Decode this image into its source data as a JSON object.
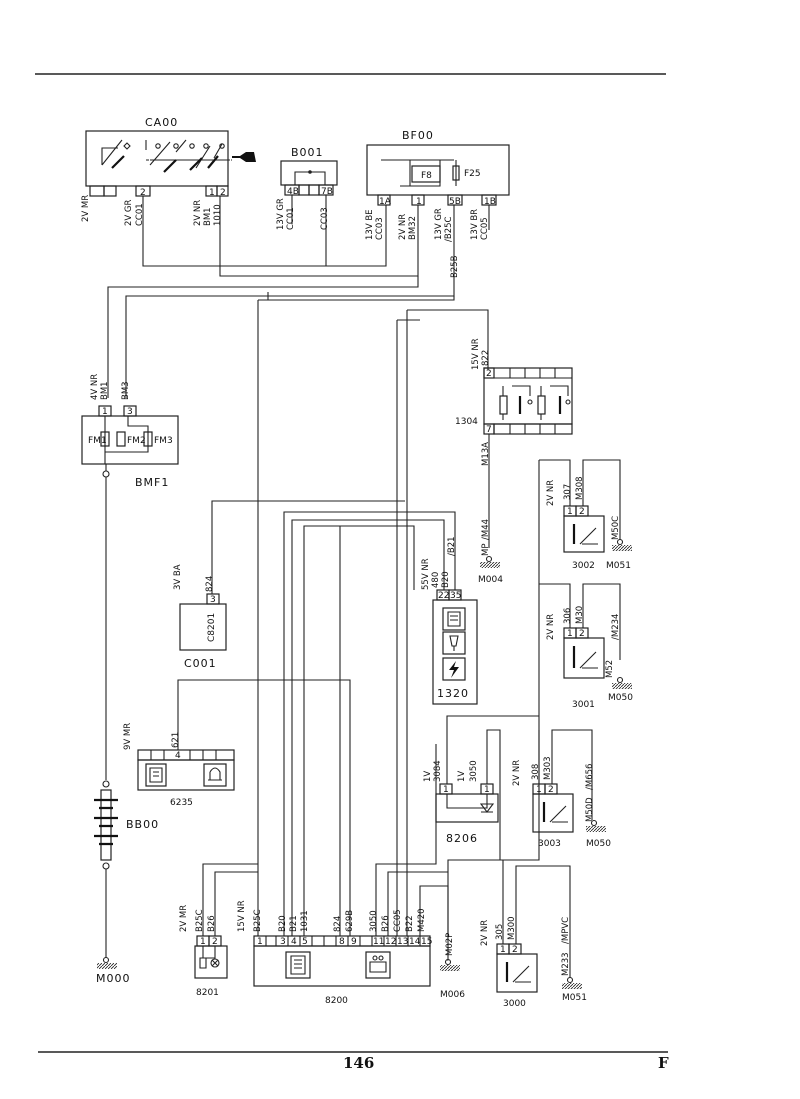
{
  "page": {
    "number": "146",
    "letter": "F"
  },
  "components": {
    "ca00": "CA00",
    "b001": "B001",
    "bf00": "BF00",
    "bmf1": "BMF1",
    "c001": "C001",
    "c001_inner": "C8201",
    "c1304": "1304",
    "c1320": "1320",
    "c6235": "6235",
    "bb00": "BB00",
    "c8206": "8206",
    "c3002": "3002",
    "c3001": "3001",
    "c3003": "3003",
    "c3000": "3000",
    "c8201": "8201",
    "c8200": "8200",
    "fm1": "FM1",
    "fm2": "FM2",
    "fm3": "FM3",
    "f8": "F8",
    "f25": "F25"
  },
  "grounds": {
    "m000": "M000",
    "m004": "M004",
    "m006": "M006",
    "m051a": "M051",
    "m050a": "M050",
    "m050b": "M050",
    "m051b": "M051"
  },
  "connectors": {
    "ca00_left": "2V MR",
    "ca00_mid": "2V GR",
    "ca00_right": "2V NR",
    "b001": "13V GR",
    "bf00_1": "13V BE",
    "bf00_2": "2V NR",
    "bf00_3": "13V GR",
    "bf00_4": "13V BR",
    "bmf1": "4V NR",
    "c001": "3V BA",
    "c1304": "15V NR",
    "c1320": "55V NR",
    "c6235": "9V MR",
    "c8206_a": "1V",
    "c8206_b": "1V",
    "c3002": "2V NR",
    "c3001": "2V NR",
    "c3003": "2V NR",
    "c3000": "2V NR",
    "c8201": "2V MR",
    "c8200": "15V NR"
  },
  "wires": {
    "cc01": "CC01",
    "bm1a": "BM1",
    "w1010": "1010",
    "cc01b": "CC01",
    "cc03": "CC03",
    "cc03b": "CC03",
    "bm32": "BM32",
    "b25c": "/B25C",
    "cc05": "CC05",
    "b25b": "B25B",
    "bm1": "BM1",
    "bm3": "BM3",
    "w822": "822",
    "m13a": "M13A",
    "mp": "MP",
    "m44": "/M44",
    "w824": "824",
    "w480": "480",
    "b20": "B20",
    "b21": "/B21",
    "w621": "621",
    "w307": "307",
    "m308": "M308",
    "m50c": "M50C",
    "w306": "306",
    "m30": "M30",
    "m234": "/M234",
    "m52": "M52",
    "w3084": "3084",
    "w3050": "3050",
    "w308": "308",
    "m303": "M303",
    "m50d": "M50D",
    "m656": "/M656",
    "w305": "305",
    "m300": "M300",
    "m233": "M233",
    "mpvc": "/MPVC",
    "b25c_8201": "B25C",
    "b26": "B26",
    "m02p": "M02P",
    "b25c_8200": "B25C",
    "b20_8200": "B20",
    "b21_8200": "B21",
    "w1031": "1031",
    "w824_8200": "824",
    "w629b": "629B",
    "w3050_8200": "3050",
    "b26_8200": "B26",
    "cc05_8200": "CC05",
    "b22": "B22",
    "m420": "M420"
  },
  "pins": {
    "ca00": [
      "2",
      "1",
      "2"
    ],
    "b001": [
      "4B",
      "7B"
    ],
    "bf00": [
      "1A",
      "1",
      "5B",
      "1B"
    ],
    "bmf1": [
      "1",
      "3"
    ],
    "c001": "3",
    "c1304_top": "2",
    "c1304_bot": "7",
    "c1320": [
      "22",
      "35"
    ],
    "c6235": "4",
    "c8206": [
      "1",
      "1"
    ],
    "c3002": [
      "1",
      "2"
    ],
    "c3001": [
      "1",
      "2"
    ],
    "c3003": [
      "1",
      "2"
    ],
    "c3000": [
      "1",
      "2"
    ],
    "c8201": [
      "1",
      "2"
    ],
    "c8200": [
      "1",
      "3",
      "4",
      "5",
      "8",
      "9",
      "11",
      "12",
      "13",
      "14",
      "15"
    ]
  }
}
